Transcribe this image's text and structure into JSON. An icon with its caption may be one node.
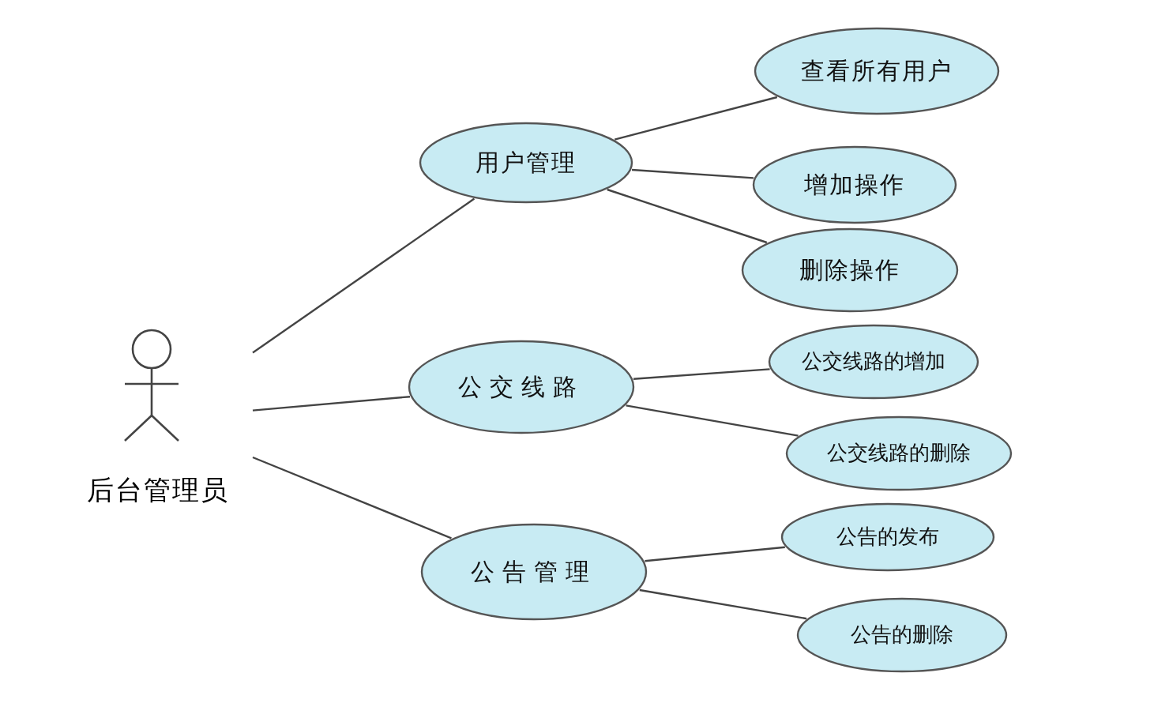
{
  "diagram": {
    "nodes": [
      {
        "text": [
          "后台管理员"
        ]
      },
      {
        "text": [
          "用户管理"
        ]
      },
      {
        "text": [
          "公交线路"
        ]
      },
      {
        "text": [
          "公告管理"
        ]
      },
      {
        "text": [
          "查看所有用户"
        ]
      },
      {
        "text": [
          "增加操作"
        ]
      },
      {
        "text": [
          "删除操作"
        ]
      },
      {
        "text": [
          "公交线路的增加"
        ]
      },
      {
        "text": [
          "公交线路的删除"
        ]
      },
      {
        "text": [
          "公告的发布"
        ]
      },
      {
        "text": [
          "公告的删除"
        ]
      }
    ],
    "edges": [
      {
        "from": 0,
        "to": 1,
        "arrow": "none"
      },
      {
        "from": 0,
        "to": 2,
        "arrow": "none"
      },
      {
        "from": 0,
        "to": 3,
        "arrow": "none"
      },
      {
        "from": 1,
        "to": 4,
        "arrow": "none"
      },
      {
        "from": 1,
        "to": 5,
        "arrow": "none"
      },
      {
        "from": 1,
        "to": 6,
        "arrow": "none"
      },
      {
        "from": 2,
        "to": 7,
        "arrow": "none"
      },
      {
        "from": 2,
        "to": 8,
        "arrow": "none"
      },
      {
        "from": 3,
        "to": 9,
        "arrow": "none"
      },
      {
        "from": 3,
        "to": 10,
        "arrow": "none"
      }
    ]
  }
}
